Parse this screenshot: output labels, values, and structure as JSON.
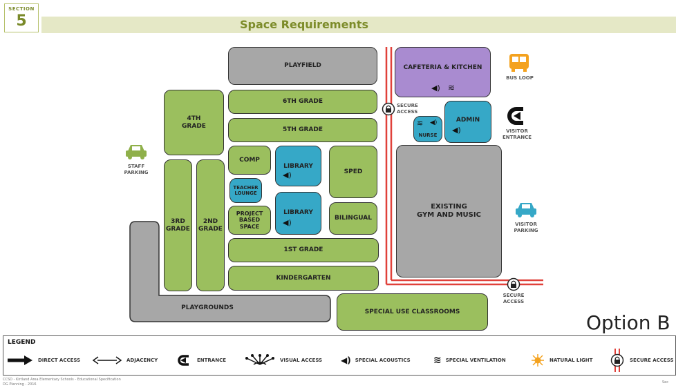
{
  "header": {
    "section_label": "SECTION",
    "section_number": "5",
    "title": "Space Requirements"
  },
  "rooms": {
    "playfield": "PLAYFIELD",
    "grade6": "6TH GRADE",
    "grade5": "5TH GRADE",
    "grade4": "4TH\nGRADE",
    "grade3": "3RD\nGRADE",
    "grade2": "2ND\nGRADE",
    "comp": "COMP",
    "library1": "LIBRARY",
    "library2": "LIBRARY",
    "sped": "SPED",
    "teacher_lounge": "TEACHER\nLOUNGE",
    "project_based": "PROJECT\nBASED\nSPACE",
    "bilingual": "BILINGUAL",
    "grade1": "1ST GRADE",
    "kindergarten": "KINDERGARTEN",
    "playgrounds": "PLAYGROUNDS",
    "special_use": "SPECIAL USE CLASSROOMS",
    "cafeteria": "CAFETERIA & KITCHEN",
    "admin": "ADMIN",
    "nurse": "NURSE",
    "gym": "EXISTING\nGYM AND MUSIC"
  },
  "labels": {
    "secure_access_1": "SECURE\nACCESS",
    "secure_access_2": "SECURE\nACCESS",
    "bus_loop": "BUS LOOP",
    "visitor_entrance": "VISITOR\nENTRANCE",
    "visitor_parking": "VISITOR\nPARKING",
    "staff_parking": "STAFF\nPARKING",
    "option": "Option B"
  },
  "legend": {
    "title": "LEGEND",
    "items": [
      {
        "icon": "direct-access-arrow",
        "label": "DIRECT ACCESS"
      },
      {
        "icon": "adjacency-arrow",
        "label": "ADJACENCY"
      },
      {
        "icon": "entrance-icon",
        "label": "ENTRANCE"
      },
      {
        "icon": "visual-access-icon",
        "label": "VISUAL ACCESS"
      },
      {
        "icon": "speaker-icon",
        "label": "SPECIAL ACOUSTICS"
      },
      {
        "icon": "ventilation-icon",
        "label": "SPECIAL VENTILATION"
      },
      {
        "icon": "sun-icon",
        "label": "NATURAL LIGHT"
      },
      {
        "icon": "lock-icon",
        "label": "SECURE ACCESS"
      }
    ]
  },
  "footer": {
    "left": "CCSD - Kirtland Area Elementary Schools - Educational Specification\nDG Planning - 2016",
    "right": "Sec"
  },
  "colors": {
    "green": "#9bbf5e",
    "grey": "#a7a7a7",
    "blue": "#36a8c7",
    "purple": "#a98bd0",
    "secure_line": "#e0413a",
    "bus": "#f4a21f",
    "staff_car": "#8fb04a",
    "visitor_car": "#36a8c7"
  }
}
